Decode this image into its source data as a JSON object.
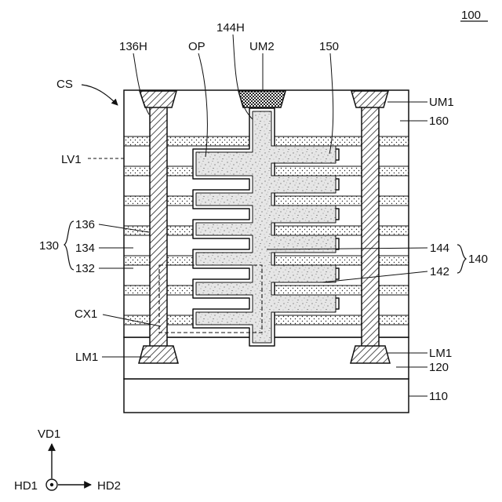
{
  "figure": {
    "ref": "100",
    "labels": {
      "cs": "CS",
      "lv1": "LV1",
      "h136": "136H",
      "op": "OP",
      "h144": "144H",
      "um2": "UM2",
      "n150": "150",
      "um1": "UM1",
      "n160": "160",
      "n136": "136",
      "n134": "134",
      "n132": "132",
      "n130": "130",
      "n144": "144",
      "n142": "142",
      "n140": "140",
      "cx1": "CX1",
      "lm1_left": "LM1",
      "lm1_right": "LM1",
      "n120": "120",
      "n110": "110"
    },
    "axes": {
      "vertical": "VD1",
      "origin": "HD1",
      "horizontal": "HD2"
    }
  }
}
